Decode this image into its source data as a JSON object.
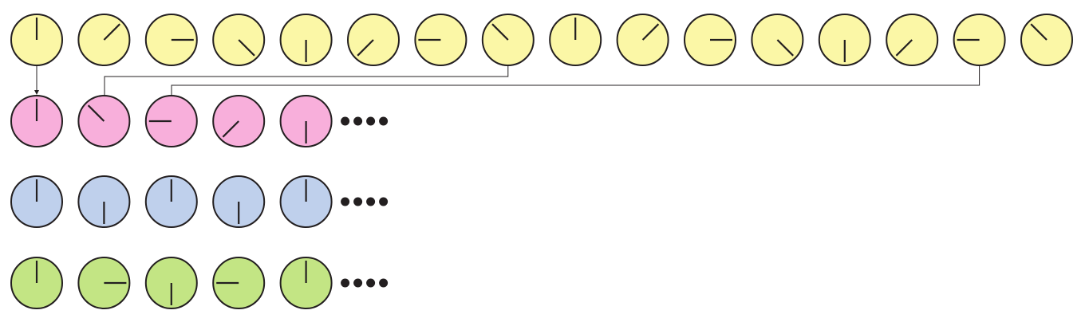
{
  "colors": {
    "row_fills": [
      "#fbf7a6",
      "#f8afdb",
      "#bfd0ec",
      "#c3e584"
    ],
    "stroke": "#231f20",
    "connector": "#231f20",
    "ellipsis_dot": "#231f20"
  },
  "rows": [
    {
      "name": "source-sequence",
      "fill_index": 0,
      "hand_angles_deg": [
        0,
        45,
        90,
        135,
        180,
        225,
        270,
        315,
        0,
        45,
        90,
        135,
        180,
        225,
        270,
        315
      ],
      "has_ellipsis": false
    },
    {
      "name": "sampled-sequence-a",
      "fill_index": 1,
      "hand_angles_deg": [
        0,
        315,
        270,
        225,
        180
      ],
      "has_ellipsis": true
    },
    {
      "name": "sampled-sequence-b",
      "fill_index": 2,
      "hand_angles_deg": [
        0,
        180,
        0,
        180,
        0
      ],
      "has_ellipsis": true
    },
    {
      "name": "sampled-sequence-c",
      "fill_index": 3,
      "hand_angles_deg": [
        0,
        90,
        180,
        270,
        0
      ],
      "has_ellipsis": true
    }
  ],
  "connectors": [
    {
      "from_index": 0,
      "to_index": 0
    },
    {
      "from_index": 7,
      "to_index": 1
    },
    {
      "from_index": 14,
      "to_index": 2
    }
  ],
  "ellipsis_dot_count": 4
}
